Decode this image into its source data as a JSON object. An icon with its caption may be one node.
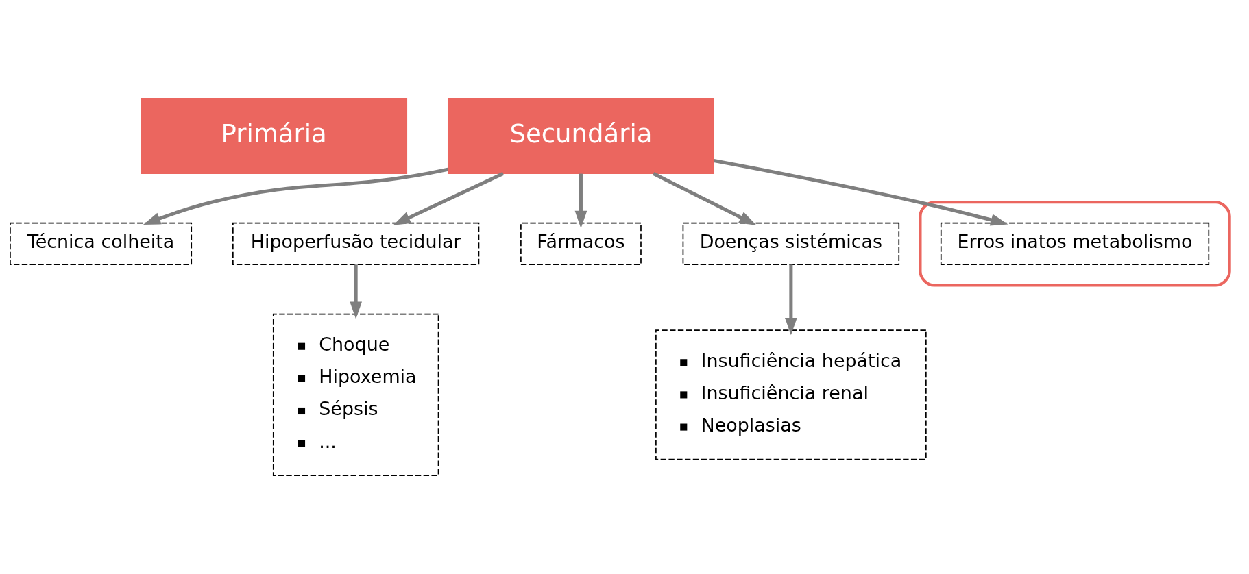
{
  "diagram": {
    "nodes": [
      {
        "text": [
          "Primária"
        ]
      },
      {
        "text": [
          "Secundária"
        ]
      },
      {
        "text": [
          "Técnica colheita"
        ]
      },
      {
        "text": [
          "Hipoperfusão tecidular"
        ]
      },
      {
        "text": [
          "Fármacos"
        ]
      },
      {
        "text": [
          "Doenças sistémicas"
        ]
      },
      {
        "text": [],
        "shape": "ellipse"
      },
      {
        "text": [
          "Erros inatos metabolismo"
        ],
        "in": 6
      },
      {
        "text": [
          "Choque",
          "Hipoxemia",
          "Sépsis",
          "..."
        ]
      },
      {
        "text": [
          "Insuficiência hepática",
          "Insuficiência renal",
          "Neoplasias"
        ]
      }
    ],
    "edges": [
      {
        "from": 1,
        "to": 2,
        "arrow": "to"
      },
      {
        "from": 1,
        "to": 3,
        "arrow": "to"
      },
      {
        "from": 1,
        "to": 4,
        "arrow": "to"
      },
      {
        "from": 1,
        "to": 5,
        "arrow": "to"
      },
      {
        "from": 1,
        "to": 7,
        "arrow": "to"
      },
      {
        "from": 3,
        "to": 8,
        "arrow": "to"
      },
      {
        "from": 5,
        "to": 9,
        "arrow": "to"
      }
    ]
  }
}
